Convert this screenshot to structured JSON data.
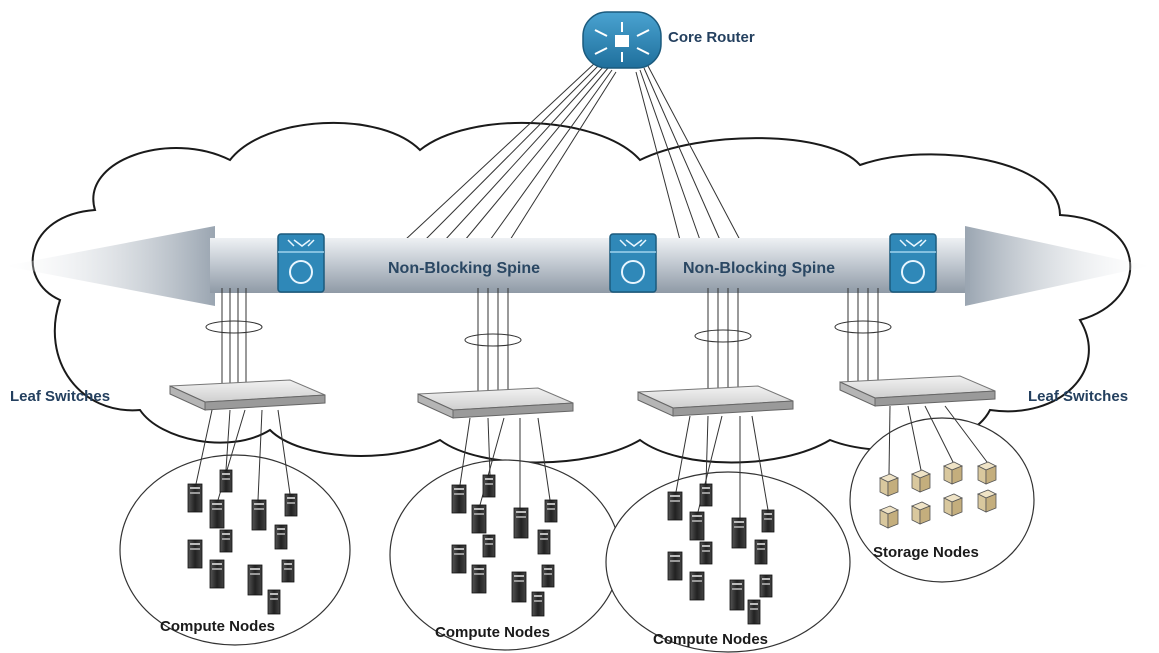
{
  "core_router": {
    "label": "Core Router"
  },
  "spine": {
    "labels": [
      "Non-Blocking Spine",
      "Non-Blocking Spine"
    ]
  },
  "leaf_labels": {
    "left": "Leaf Switches",
    "right": "Leaf Switches"
  },
  "node_groups": [
    {
      "label": "Compute Nodes",
      "kind": "compute"
    },
    {
      "label": "Compute Nodes",
      "kind": "compute"
    },
    {
      "label": "Compute Nodes",
      "kind": "compute"
    },
    {
      "label": "Storage Nodes",
      "kind": "storage"
    }
  ],
  "colors": {
    "switch_blue": "#2f88b8",
    "label_blue": "#24405f",
    "spine_band": "#b9c1ca"
  }
}
